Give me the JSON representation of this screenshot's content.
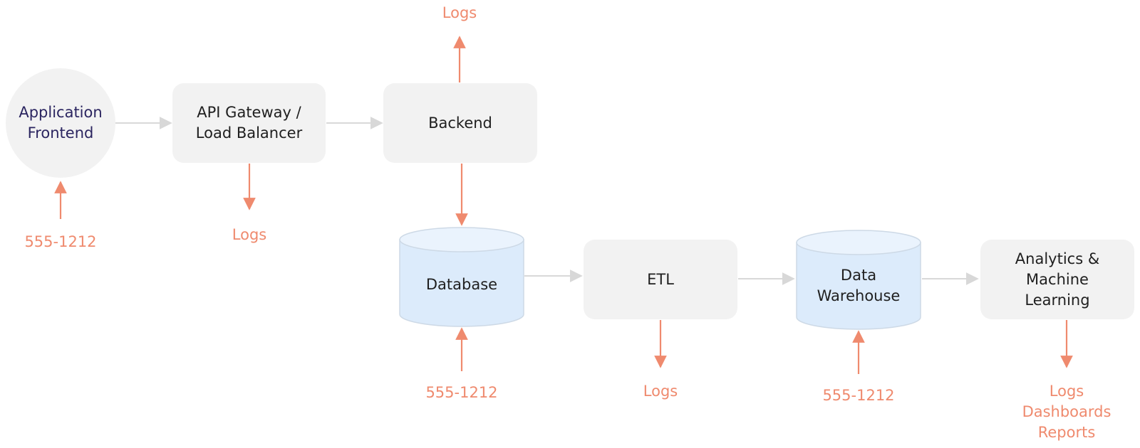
{
  "nodes": {
    "frontend": {
      "line1": "Application",
      "line2": "Frontend"
    },
    "gateway": {
      "line1": "API Gateway /",
      "line2": "Load Balancer"
    },
    "backend": {
      "label": "Backend"
    },
    "database": {
      "label": "Database"
    },
    "etl": {
      "label": "ETL"
    },
    "warehouse": {
      "line1": "Data",
      "line2": "Warehouse"
    },
    "analytics": {
      "line1": "Analytics &",
      "line2": "Machine",
      "line3": "Learning"
    }
  },
  "labels": {
    "frontend_input": "555-1212",
    "gateway_output": "Logs",
    "backend_output": "Logs",
    "database_input": "555-1212",
    "etl_output": "Logs",
    "warehouse_input": "555-1212",
    "analytics_output": {
      "line1": "Logs",
      "line2": "Dashboards",
      "line3": "Reports"
    }
  },
  "colors": {
    "node_fill": "#f2f2f2",
    "cylinder_fill": "#dcebfb",
    "flow_arrow": "#d8d8d8",
    "side_arrow": "#ef8a6e",
    "side_text": "#ef8a6e",
    "frontend_text": "#2b2560"
  }
}
